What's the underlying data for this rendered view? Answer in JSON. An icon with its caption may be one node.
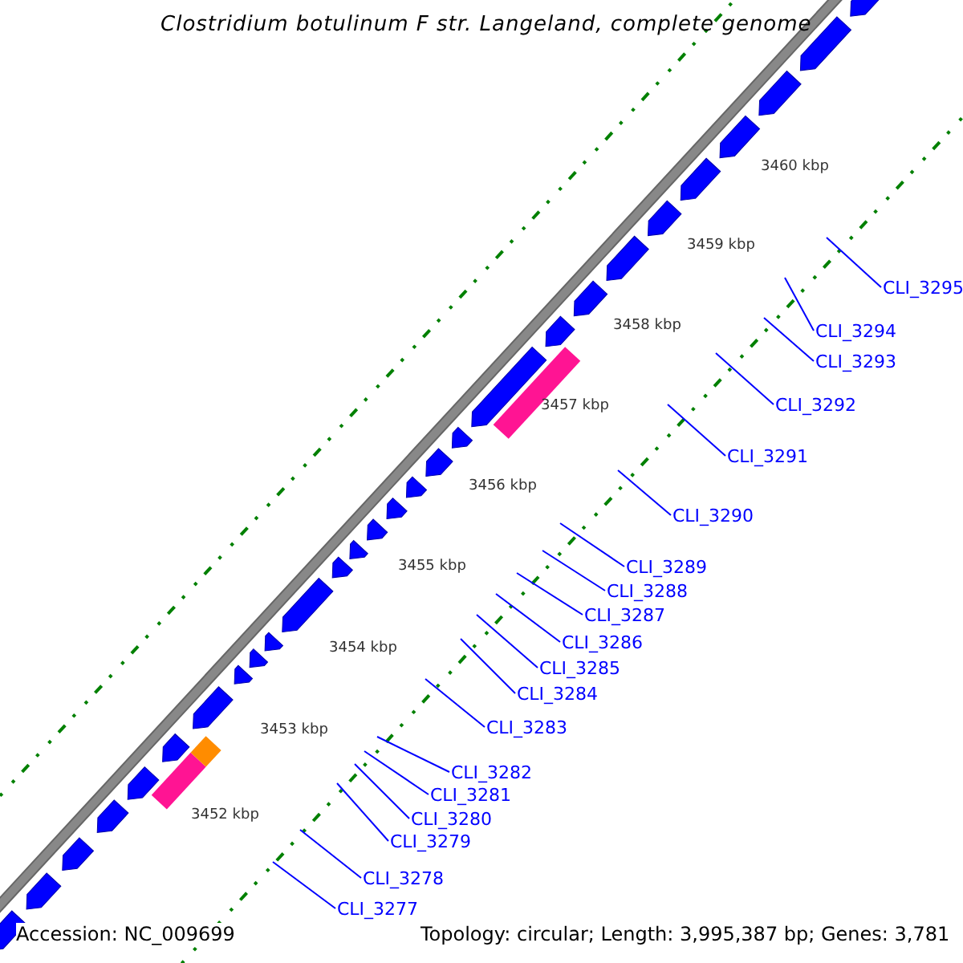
{
  "diagram": {
    "title": "Clostridium botulinum F str. Langeland, complete genome",
    "nodes": [
      {
        "text": [
          "CLI_3277"
        ]
      },
      {
        "text": [
          "CLI_3278"
        ]
      },
      {
        "text": [
          "CLI_3279"
        ]
      },
      {
        "text": [
          "CLI_3280"
        ]
      },
      {
        "text": [
          "CLI_3281"
        ]
      },
      {
        "text": [
          "CLI_3282"
        ]
      },
      {
        "text": [
          "CLI_3283"
        ]
      },
      {
        "text": [
          "CLI_3284"
        ]
      },
      {
        "text": [
          "CLI_3285"
        ]
      },
      {
        "text": [
          "CLI_3286"
        ]
      },
      {
        "text": [
          "CLI_3287"
        ]
      },
      {
        "text": [
          "CLI_3288"
        ]
      },
      {
        "text": [
          "CLI_3289"
        ]
      },
      {
        "text": [
          "CLI_3290"
        ]
      },
      {
        "text": [
          "CLI_3291"
        ]
      },
      {
        "text": [
          "CLI_3292"
        ]
      },
      {
        "text": [
          "CLI_3293"
        ]
      },
      {
        "text": [
          "CLI_3294"
        ]
      },
      {
        "text": [
          "CLI_3295"
        ]
      }
    ],
    "edges": [
      {
        "from": 0,
        "to": null,
        "arrow": "none"
      },
      {
        "from": 1,
        "to": null,
        "arrow": "none"
      },
      {
        "from": 2,
        "to": null,
        "arrow": "none"
      },
      {
        "from": 3,
        "to": null,
        "arrow": "none"
      },
      {
        "from": 4,
        "to": null,
        "arrow": "none"
      },
      {
        "from": 5,
        "to": null,
        "arrow": "none"
      },
      {
        "from": 6,
        "to": null,
        "arrow": "none"
      },
      {
        "from": 7,
        "to": null,
        "arrow": "none"
      },
      {
        "from": 8,
        "to": null,
        "arrow": "none"
      },
      {
        "from": 9,
        "to": null,
        "arrow": "none"
      },
      {
        "from": 10,
        "to": null,
        "arrow": "none"
      },
      {
        "from": 11,
        "to": null,
        "arrow": "none"
      },
      {
        "from": 12,
        "to": null,
        "arrow": "none"
      },
      {
        "from": 13,
        "to": null,
        "arrow": "none"
      },
      {
        "from": 14,
        "to": null,
        "arrow": "none"
      },
      {
        "from": 15,
        "to": null,
        "arrow": "none"
      },
      {
        "from": 16,
        "to": null,
        "arrow": "none"
      },
      {
        "from": 17,
        "to": null,
        "arrow": "none"
      },
      {
        "from": 18,
        "to": null,
        "arrow": "none"
      }
    ],
    "labels": [
      "3460 kbp",
      "3459 kbp",
      "3458 kbp",
      "3457 kbp",
      "3456 kbp",
      "3455 kbp",
      "3454 kbp",
      "3453 kbp",
      "3452 kbp",
      "Accession: NC_009699",
      "Topology: circular; Length: 3,995,387 bp; Genes: 3,781"
    ]
  }
}
